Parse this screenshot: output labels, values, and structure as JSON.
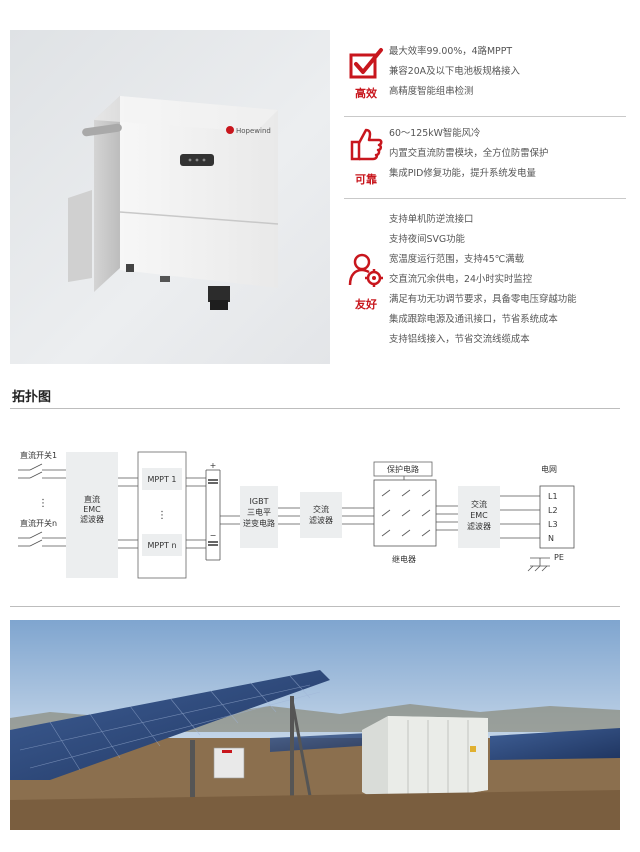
{
  "product": {
    "logo": "Hopewind"
  },
  "features": [
    {
      "category": "高效",
      "icon": "checkbox-icon",
      "items": [
        "最大效率99.00%，4路MPPT",
        "兼容20A及以下电池板规格接入",
        "高精度智能组串检测"
      ]
    },
    {
      "category": "可靠",
      "icon": "thumbs-up-icon",
      "items": [
        "60～125kW智能风冷",
        "内置交直流防雷模块，全方位防雷保护",
        "集成PID修复功能，提升系统发电量"
      ]
    },
    {
      "category": "友好",
      "icon": "user-gear-icon",
      "items": [
        "支持单机防逆流接口",
        "支持夜间SVG功能",
        "宽温度运行范围，支持45℃满载",
        "交直流冗余供电，24小时实时监控",
        "满足有功无功调节要求，具备零电压穿越功能",
        "集成跟踪电源及通讯接口，节省系统成本",
        "支持铝线接入，节省交流线缆成本"
      ]
    }
  ],
  "topology": {
    "title": "拓扑图",
    "dc_switch_1": "直流开关1",
    "dc_switch_n": "直流开关n",
    "dc_emc": [
      "直流",
      "EMC",
      "滤波器"
    ],
    "mppt_1": "MPPT 1",
    "mppt_n": "MPPT n",
    "dots": "⋮",
    "plus": "+",
    "minus": "−",
    "inverter": [
      "IGBT",
      "三电平",
      "逆变电路"
    ],
    "ac_filter": [
      "交流",
      "滤波器"
    ],
    "protection": "保护电路",
    "relay": "继电器",
    "ac_emc": [
      "交流",
      "EMC",
      "滤波器"
    ],
    "grid": "电网",
    "lines": [
      "L1",
      "L2",
      "L3",
      "N"
    ],
    "pe": "PE"
  },
  "colors": {
    "accent": "#c8161d",
    "panel": "#f0f1f2",
    "line": "#555555"
  }
}
